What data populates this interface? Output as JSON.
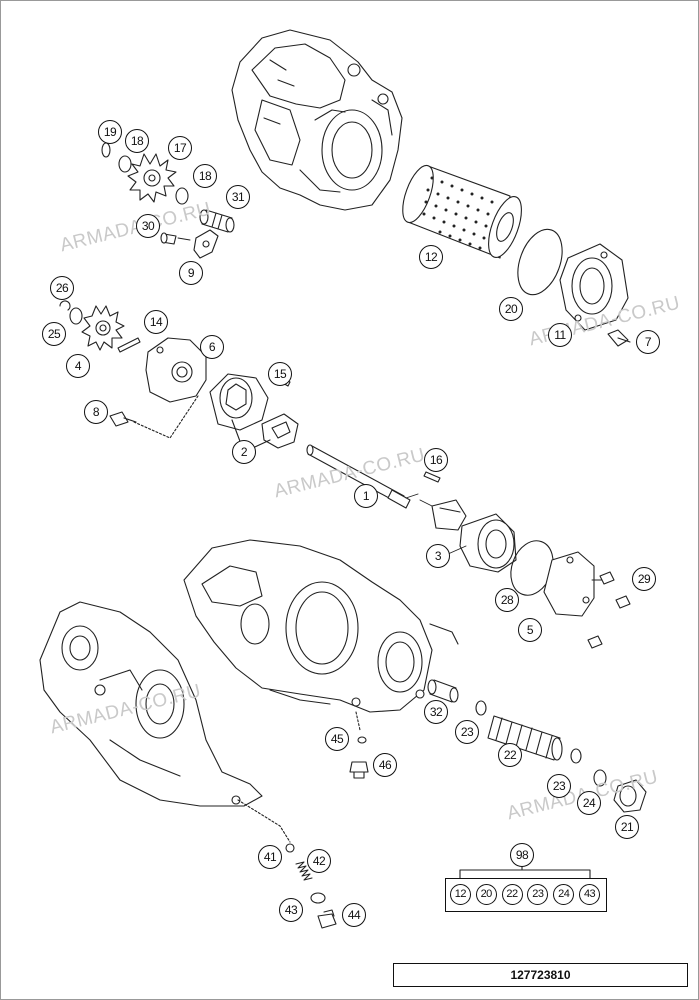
{
  "watermarks": [
    "ARMADA-CO.RU",
    "ARMADA-CO.RU",
    "ARMADA-CO.RU",
    "ARMADA-CO.RU",
    "ARMADA-CO.RU"
  ],
  "callouts": [
    {
      "id": "19",
      "label": "19"
    },
    {
      "id": "18a",
      "label": "18"
    },
    {
      "id": "17",
      "label": "17"
    },
    {
      "id": "18b",
      "label": "18"
    },
    {
      "id": "31",
      "label": "31"
    },
    {
      "id": "30",
      "label": "30"
    },
    {
      "id": "9",
      "label": "9"
    },
    {
      "id": "12",
      "label": "12"
    },
    {
      "id": "20",
      "label": "20"
    },
    {
      "id": "11",
      "label": "11"
    },
    {
      "id": "7",
      "label": "7"
    },
    {
      "id": "26",
      "label": "26"
    },
    {
      "id": "25",
      "label": "25"
    },
    {
      "id": "4",
      "label": "4"
    },
    {
      "id": "14",
      "label": "14"
    },
    {
      "id": "6",
      "label": "6"
    },
    {
      "id": "15",
      "label": "15"
    },
    {
      "id": "8",
      "label": "8"
    },
    {
      "id": "2",
      "label": "2"
    },
    {
      "id": "16",
      "label": "16"
    },
    {
      "id": "1",
      "label": "1"
    },
    {
      "id": "3",
      "label": "3"
    },
    {
      "id": "29",
      "label": "29"
    },
    {
      "id": "28",
      "label": "28"
    },
    {
      "id": "5",
      "label": "5"
    },
    {
      "id": "32",
      "label": "32"
    },
    {
      "id": "23a",
      "label": "23"
    },
    {
      "id": "45",
      "label": "45"
    },
    {
      "id": "46",
      "label": "46"
    },
    {
      "id": "22",
      "label": "22"
    },
    {
      "id": "23b",
      "label": "23"
    },
    {
      "id": "24",
      "label": "24"
    },
    {
      "id": "21",
      "label": "21"
    },
    {
      "id": "41",
      "label": "41"
    },
    {
      "id": "42",
      "label": "42"
    },
    {
      "id": "43",
      "label": "43"
    },
    {
      "id": "44",
      "label": "44"
    },
    {
      "id": "98",
      "label": "98"
    }
  ],
  "kit_contents": [
    "12",
    "20",
    "22",
    "23",
    "24",
    "43"
  ],
  "diagram_number": "127723810"
}
